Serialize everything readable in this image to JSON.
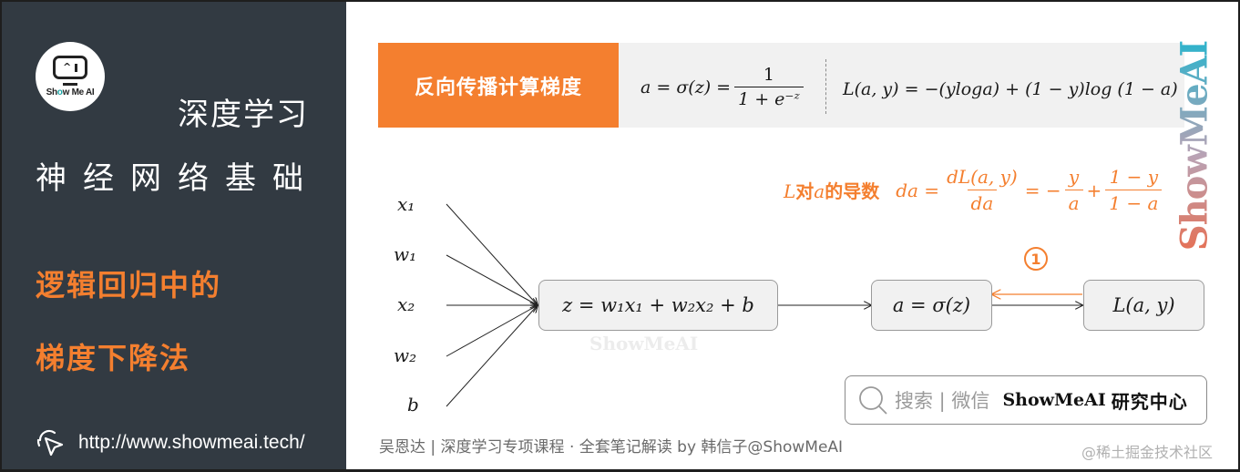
{
  "sidebar": {
    "logo_text": "Show Me AI",
    "title_line1": "深度学习",
    "title_line2": "神经网络基础",
    "subtitle_line1": "逻辑回归中的",
    "subtitle_line2": "梯度下降法",
    "url": "http://www.showmeai.tech/",
    "url_icon": "cursor-click-icon"
  },
  "banner": {
    "tag": "反向传播计算梯度",
    "sigmoid": {
      "lhs": "a = σ(z) =",
      "num": "1",
      "den": "1 + e⁻ᶻ"
    },
    "loss": "L(a, y) = −(yloga) + (1 − y)log (1 − a)"
  },
  "watermark_vertical": "ShowMeAI",
  "derivative": {
    "label_prefix": "L",
    "label_mid": "对",
    "label_var": "a",
    "label_suffix": "的导数",
    "lhs": "da =",
    "frac1_num": "dL(a, y)",
    "frac1_den": "da",
    "eq2": "= −",
    "frac2_num": "y",
    "frac2_den": "a",
    "plus": "+",
    "frac3_num": "1 − y",
    "frac3_den": "1 − a"
  },
  "diagram": {
    "inputs": [
      "x₁",
      "w₁",
      "x₂",
      "w₂",
      "b"
    ],
    "nodes": {
      "linear": "z = w₁x₁ + w₂x₂ + b",
      "activation": "a = σ(z)",
      "loss": "L(a, y)"
    },
    "backprop_step": "1",
    "watermark": "ShowMeAI",
    "colors": {
      "forward": "#222222",
      "backward": "#f47f2f"
    }
  },
  "search": {
    "icon": "search-icon",
    "hint": "搜索 | 微信",
    "brand": "ShowMeAI",
    "suffix": "研究中心"
  },
  "footer": {
    "credit": "吴恩达 | 深度学习专项课程 · 全套笔记解读  by 韩信子@ShowMeAI",
    "site_watermark": "@稀土掘金技术社区"
  },
  "colors": {
    "accent": "#f47f2f",
    "sidebar_bg": "#323a42",
    "banner_bg": "#f1f1f1",
    "node_bg": "#f1f1f1"
  }
}
